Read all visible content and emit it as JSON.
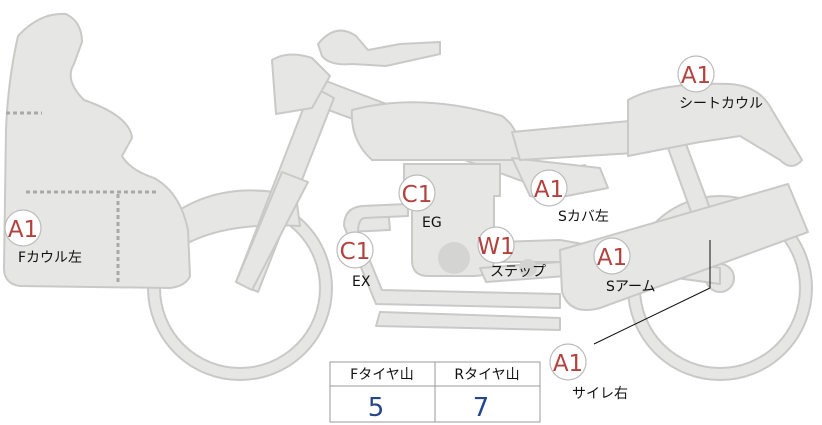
{
  "marks": [
    {
      "id": "f-cowl-left",
      "code": "A1",
      "label": "Fカウル左"
    },
    {
      "id": "exhaust",
      "code": "C1",
      "label": "EX"
    },
    {
      "id": "engine",
      "code": "C1",
      "label": "EG"
    },
    {
      "id": "step",
      "code": "W1",
      "label": "ステップ"
    },
    {
      "id": "side-cover-left",
      "code": "A1",
      "label": "Sカバ左"
    },
    {
      "id": "swing-arm",
      "code": "A1",
      "label": "Sアーム"
    },
    {
      "id": "seat-cowl",
      "code": "A1",
      "label": "シートカウル"
    },
    {
      "id": "muffler-right",
      "code": "A1",
      "label": "サイレ右"
    }
  ],
  "tire_table": {
    "front_label": "Fタイヤ山",
    "rear_label": "Rタイヤ山",
    "front_value": "5",
    "rear_value": "7"
  },
  "colors": {
    "body_fill": "#e6e6e4",
    "body_stroke": "#c9c9c7",
    "code_red": "#b3423f",
    "value_blue": "#24478c",
    "dotted_line": "#a9a9a9"
  }
}
